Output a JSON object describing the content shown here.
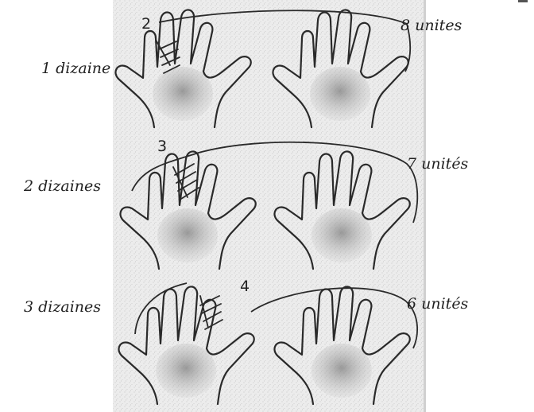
{
  "rows": [
    {
      "left_label": "1 dizaine",
      "number": "2",
      "right_label": "8 unites"
    },
    {
      "left_label": "2 dizaines",
      "number": "3",
      "right_label": "7 unités"
    },
    {
      "left_label": "3 dizaines",
      "number": "4",
      "right_label": "6 unités"
    }
  ],
  "colors": {
    "paper": "#ffffff",
    "stippled_panel": "#e9e9e9",
    "ink": "#2a2a2a",
    "palm_shade": "#9d9d9d"
  }
}
